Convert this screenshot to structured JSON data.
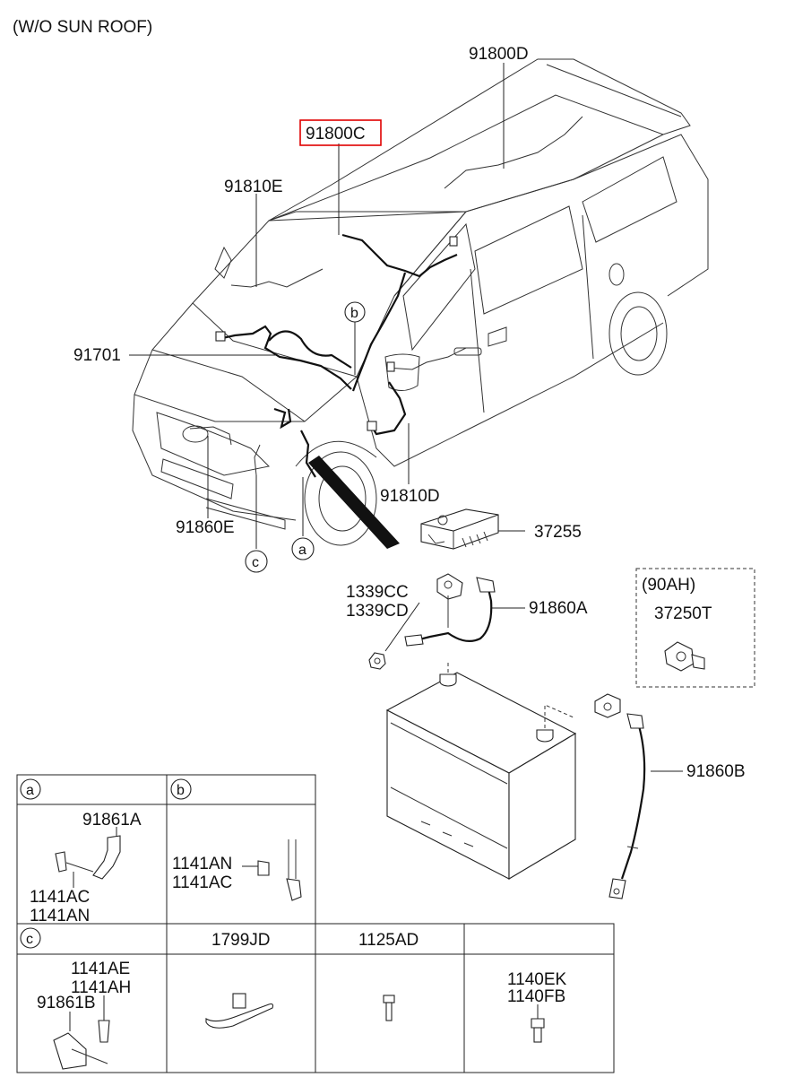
{
  "title": "(W/O SUN ROOF)",
  "parts": {
    "harness_roof": "91800D",
    "harness_main_highlighted": "91800C",
    "harness_front_left": "91810E",
    "harness_engine": "91701",
    "harness_front_right": "91810D",
    "cable_front": "91860E",
    "fuse_box": "37255",
    "nut_1": "1339CC",
    "nut_2": "1339CD",
    "battery_cable_positive": "91860A",
    "battery_option": "(90AH)",
    "terminal": "37250T",
    "battery_cable_negative": "91860B"
  },
  "callouts": {
    "a": "a",
    "b": "b",
    "c": "c"
  },
  "legend": {
    "a": {
      "key": "a",
      "part": "91861A",
      "bolt_1": "1141AC",
      "bolt_2": "1141AN"
    },
    "b": {
      "key": "b",
      "bolt_1": "1141AN",
      "bolt_2": "1141AC"
    },
    "c": {
      "key": "c",
      "bolt_1": "1141AE",
      "bolt_2": "1141AH",
      "part": "91861B"
    },
    "clip": "1799JD",
    "screw": "1125AD",
    "bolt_pair_1": "1140EK",
    "bolt_pair_2": "1140FB"
  },
  "colors": {
    "highlight": "#e00000",
    "line": "#222222"
  }
}
